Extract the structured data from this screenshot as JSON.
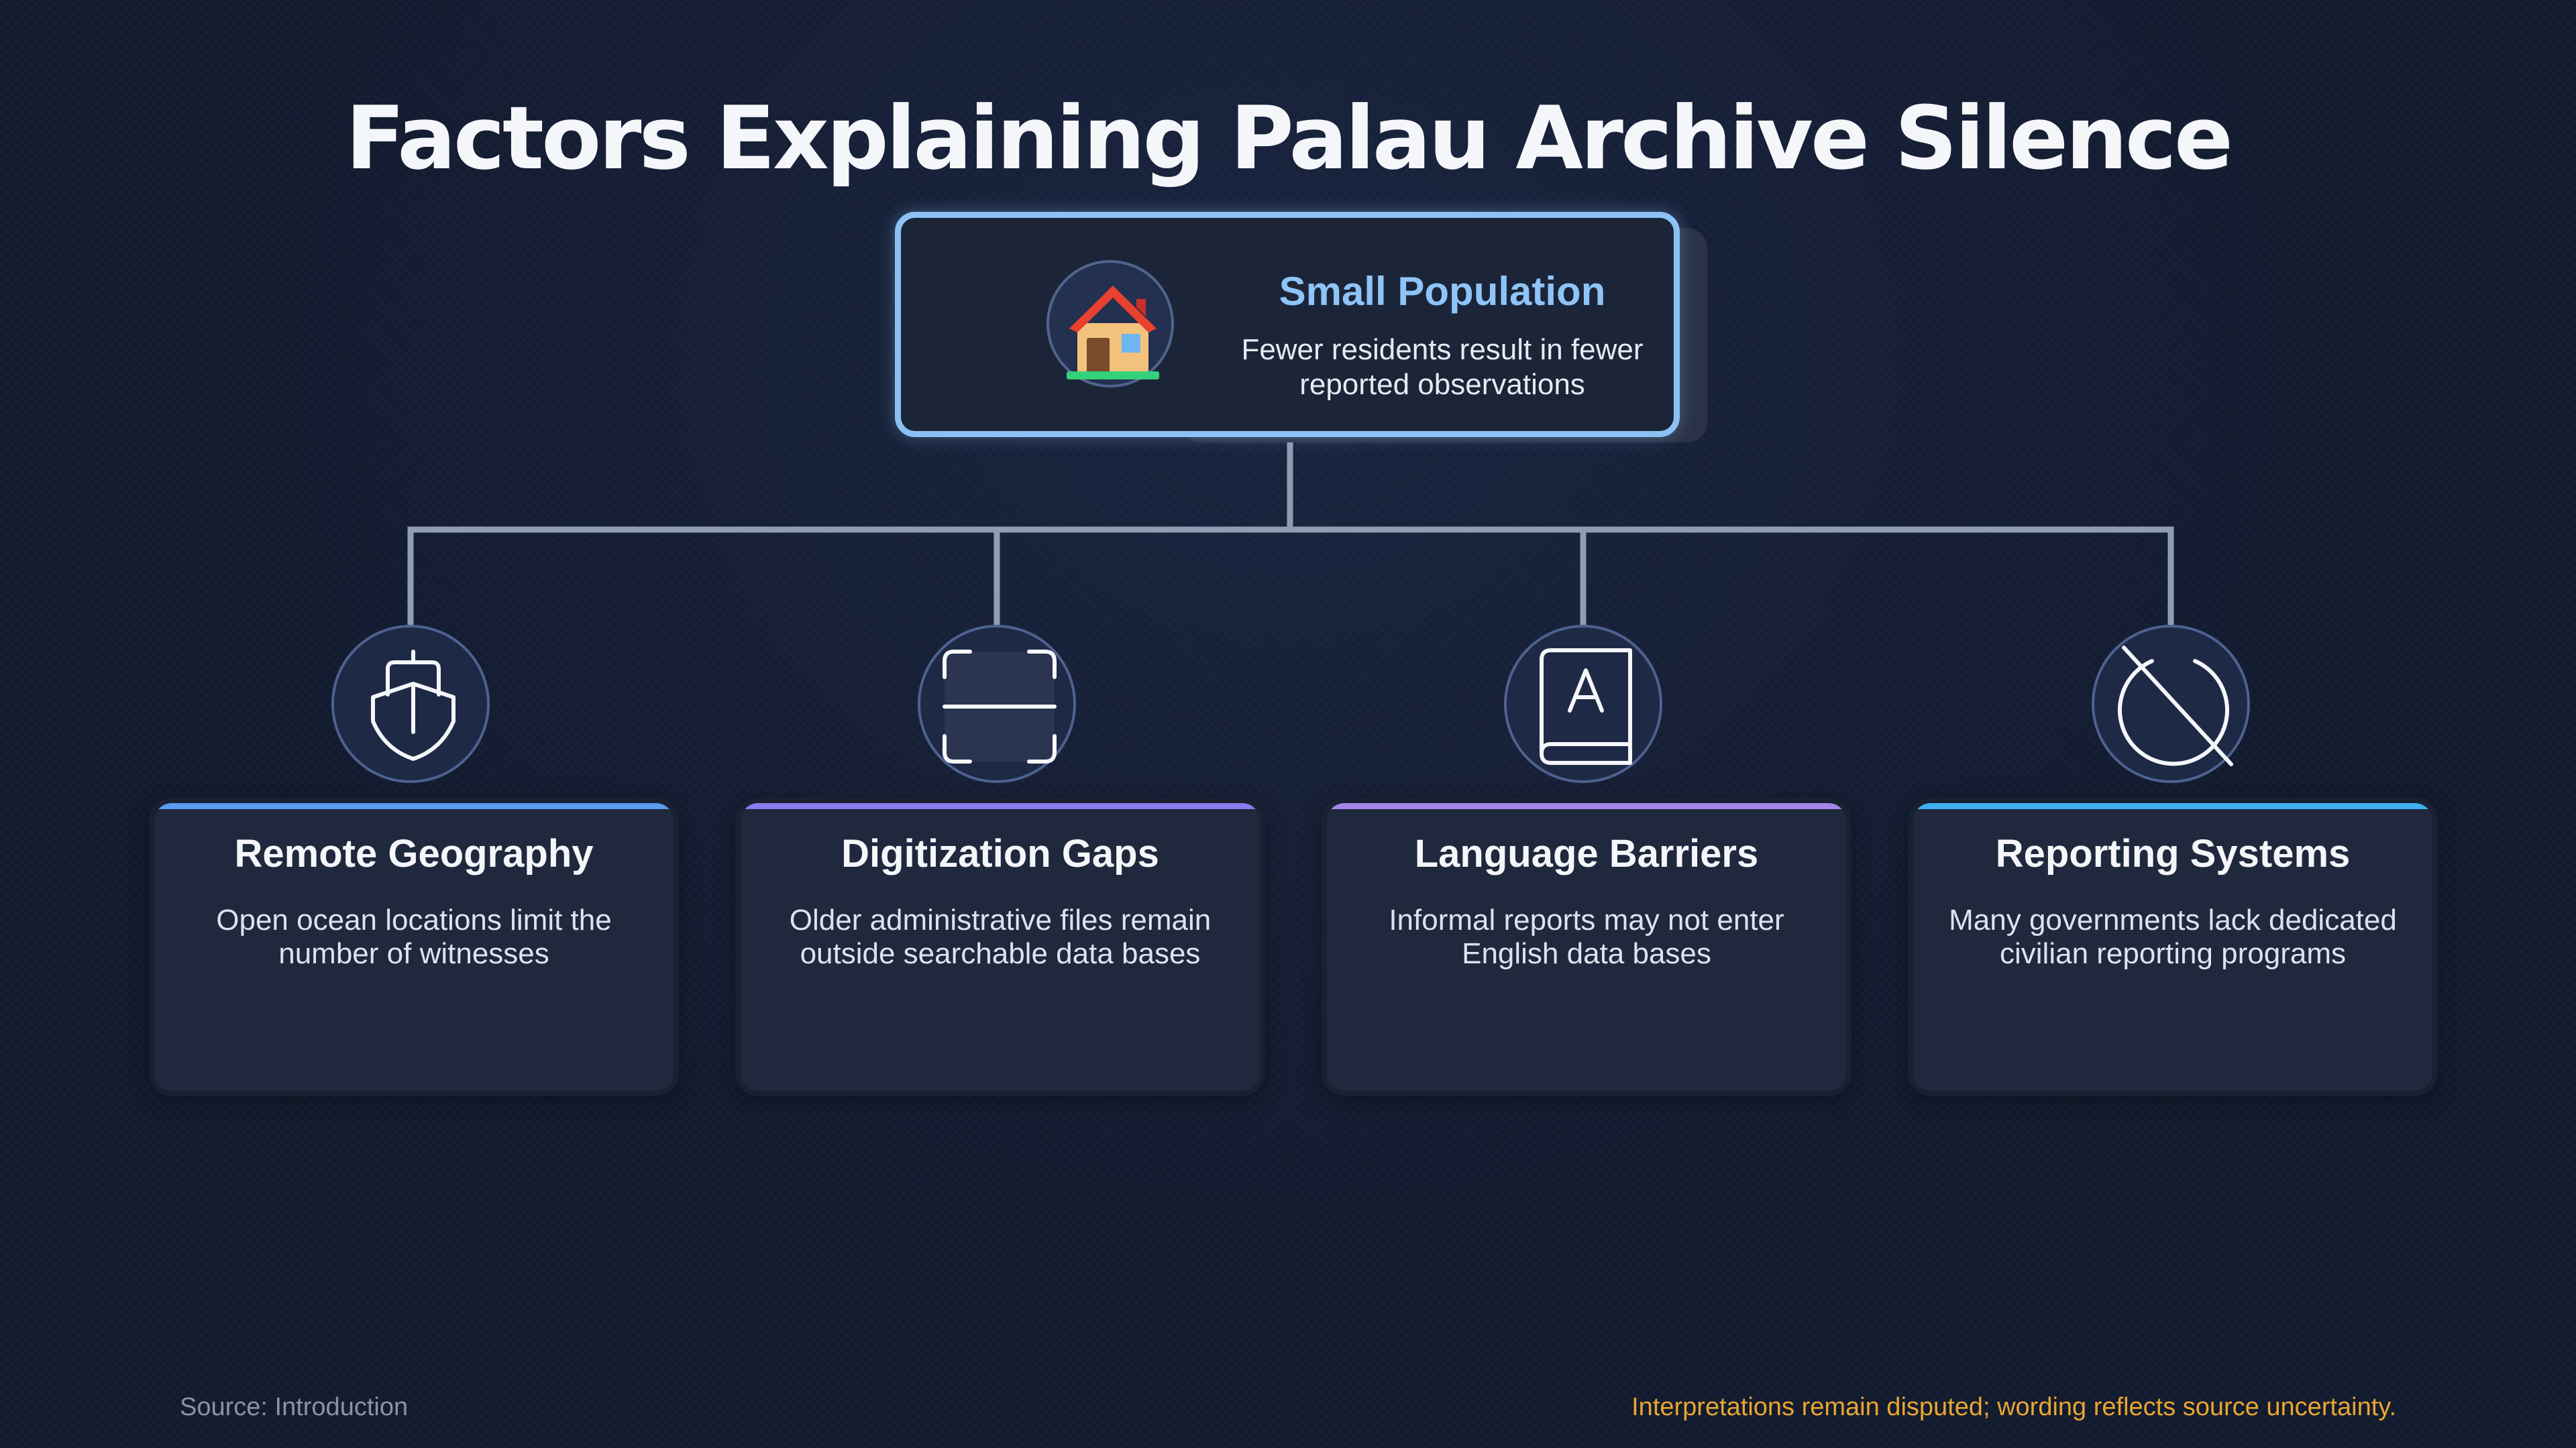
{
  "title": "Factors Explaining Palau Archive Silence",
  "root": {
    "icon": "house-icon",
    "title": "Small Population",
    "description": "Fewer residents result in fewer reported observations",
    "accent_color": "#8cc1f5"
  },
  "factors": [
    {
      "icon": "ship-icon",
      "title": "Remote Geography",
      "description": "Open ocean locations limit the number of witnesses",
      "accent_color": "#5b9cf0"
    },
    {
      "icon": "scan-icon",
      "title": "Digitization Gaps",
      "description": "Older administrative files remain outside searchable data bases",
      "accent_color": "#8a7cf0"
    },
    {
      "icon": "dictionary-icon",
      "title": "Language Barriers",
      "description": "Informal reports may not enter English data bases",
      "accent_color": "#a485e8"
    },
    {
      "icon": "prohibited-icon",
      "title": "Reporting Systems",
      "description": "Many governments lack dedicated civilian reporting programs",
      "accent_color": "#3fb0f0"
    }
  ],
  "footer": {
    "source": "Source: Introduction",
    "note": "Interpretations remain disputed; wording reflects source uncertainty."
  }
}
